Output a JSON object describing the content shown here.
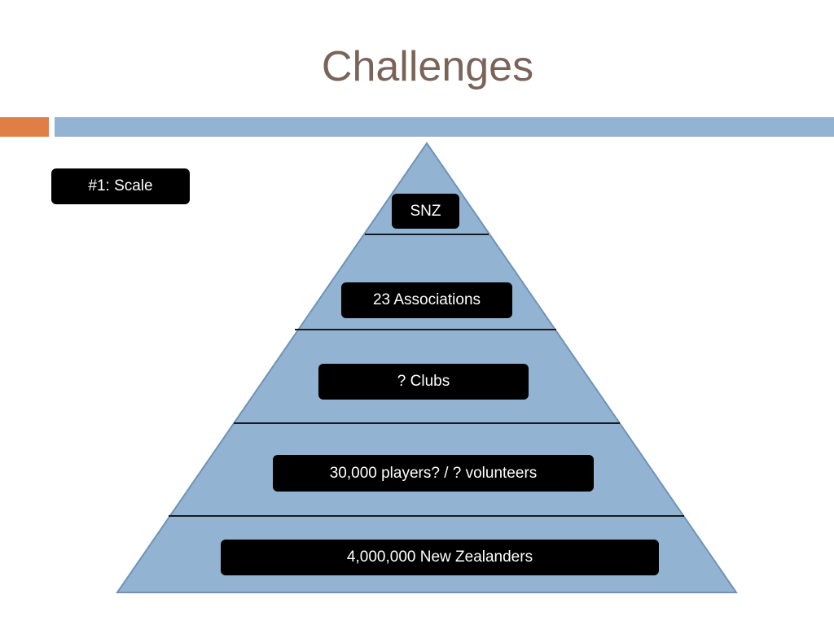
{
  "slide": {
    "title": "Challenges",
    "tag": "#1: Scale"
  },
  "pyramid": {
    "levels": [
      "SNZ",
      "23 Associations",
      "? Clubs",
      "30,000 players? / ? volunteers",
      "4,000,000 New Zealanders"
    ]
  },
  "colors": {
    "title": "#7a645a",
    "accent_orange": "#e07f45",
    "accent_blue": "#93b3d2",
    "pyramid_fill": "#93b3d2",
    "label_bg": "#000000",
    "label_text": "#ffffff"
  }
}
